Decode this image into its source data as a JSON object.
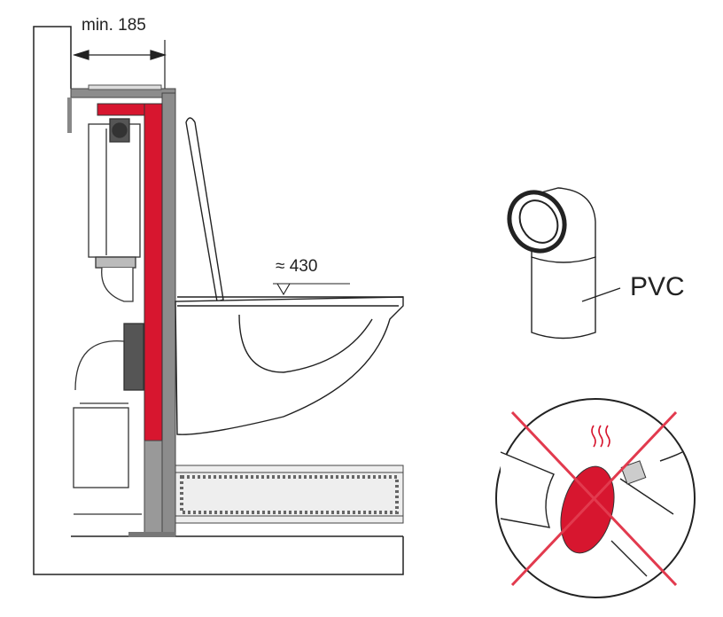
{
  "labels": {
    "min_width": "min. 185",
    "seat_height": "≈ 430",
    "material": "PVC"
  },
  "colors": {
    "accent_red": "#d7162f",
    "frame_gray": "#8c8c8c",
    "line": "#222222"
  }
}
